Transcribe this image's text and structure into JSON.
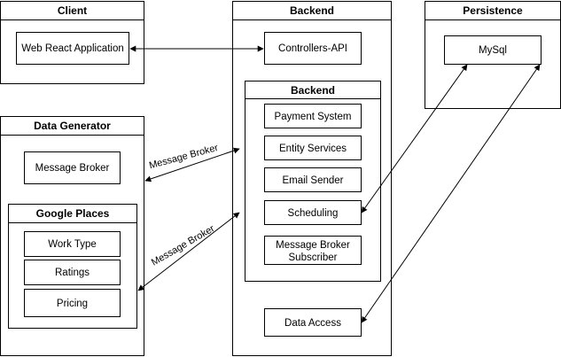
{
  "containers": {
    "client": "Client",
    "backend": "Backend",
    "persistence": "Persistence",
    "data_generator": "Data Generator",
    "backend_inner": "Backend",
    "google_places": "Google Places"
  },
  "nodes": {
    "web_react": "Web React Application",
    "controllers_api": "Controllers-API",
    "payment_system": "Payment System",
    "entity_services": "Entity Services",
    "email_sender": "Email Sender",
    "scheduling": "Scheduling",
    "mb_subscriber_line1": "Message Broker",
    "mb_subscriber_line2": "Subscriber",
    "data_access": "Data Access",
    "mysql": "MySql",
    "message_broker": "Message Broker",
    "work_type": "Work Type",
    "ratings": "Ratings",
    "pricing": "Pricing"
  },
  "edges": {
    "broker_upper_label": "Message Broker",
    "broker_lower_label": "Message Broker"
  },
  "colors": {
    "stroke": "#000000",
    "fill": "#ffffff"
  }
}
